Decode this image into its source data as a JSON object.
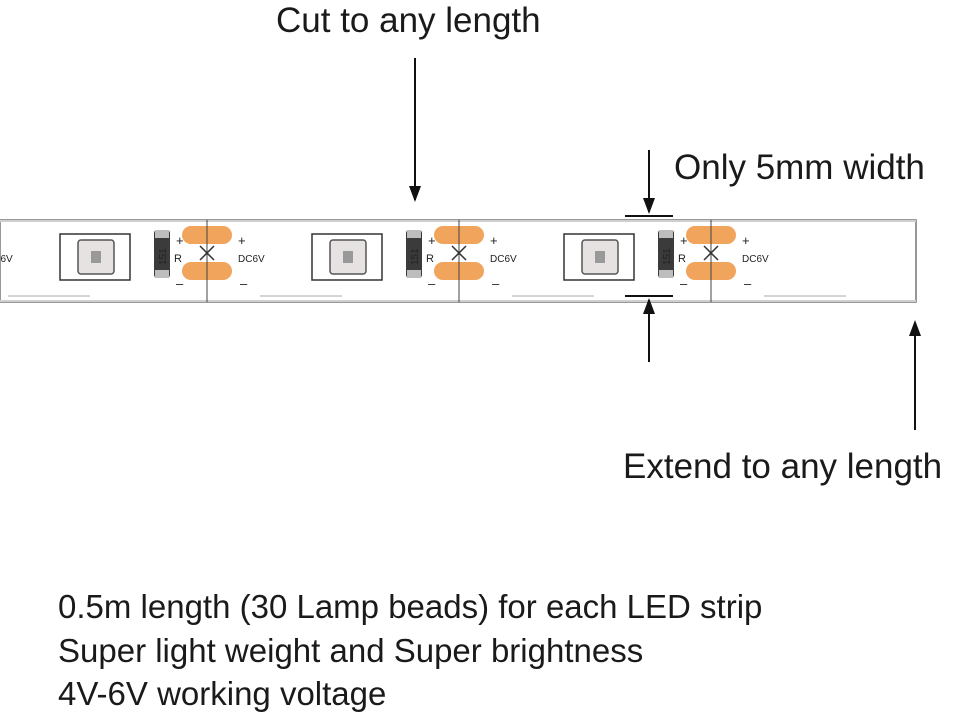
{
  "callouts": {
    "cut": "Cut to any length",
    "width": "Only 5mm width",
    "extend": "Extend to any length"
  },
  "specs": [
    "0.5m length (30 Lamp beads) for each LED strip",
    "Super light weight and Super brightness",
    "4V-6V working voltage"
  ],
  "strip": {
    "resistor_code": "151",
    "resistor_label": "R",
    "voltage_label": "DC6V",
    "plus": "+",
    "minus": "–",
    "pad_color": "#f0a45c",
    "led_color": "#e6e2e2"
  }
}
